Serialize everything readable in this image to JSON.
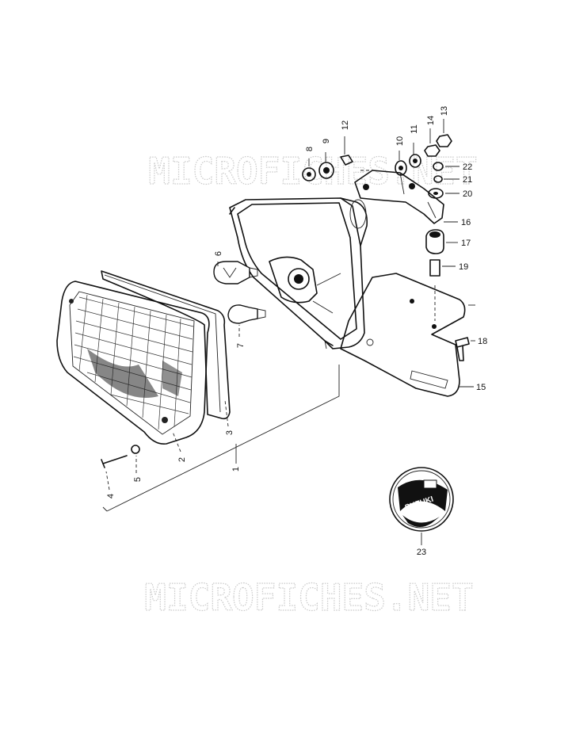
{
  "watermark": {
    "top_text": "MICROFICHES.NET",
    "bottom_text": "MICROFICHES.NET"
  },
  "parts": {
    "p1": "1",
    "p2": "2",
    "p3": "3",
    "p4": "4",
    "p5": "5",
    "p6": "6",
    "p7": "7",
    "p8": "8",
    "p9": "9",
    "p10": "10",
    "p11": "11",
    "p12": "12",
    "p13": "13",
    "p14": "14",
    "p15": "15",
    "p16": "16",
    "p17": "17",
    "p18": "18",
    "p19": "19",
    "p20": "20",
    "p21": "21",
    "p22": "22",
    "p23": "23"
  },
  "cap_lettering": "SUZUKI"
}
